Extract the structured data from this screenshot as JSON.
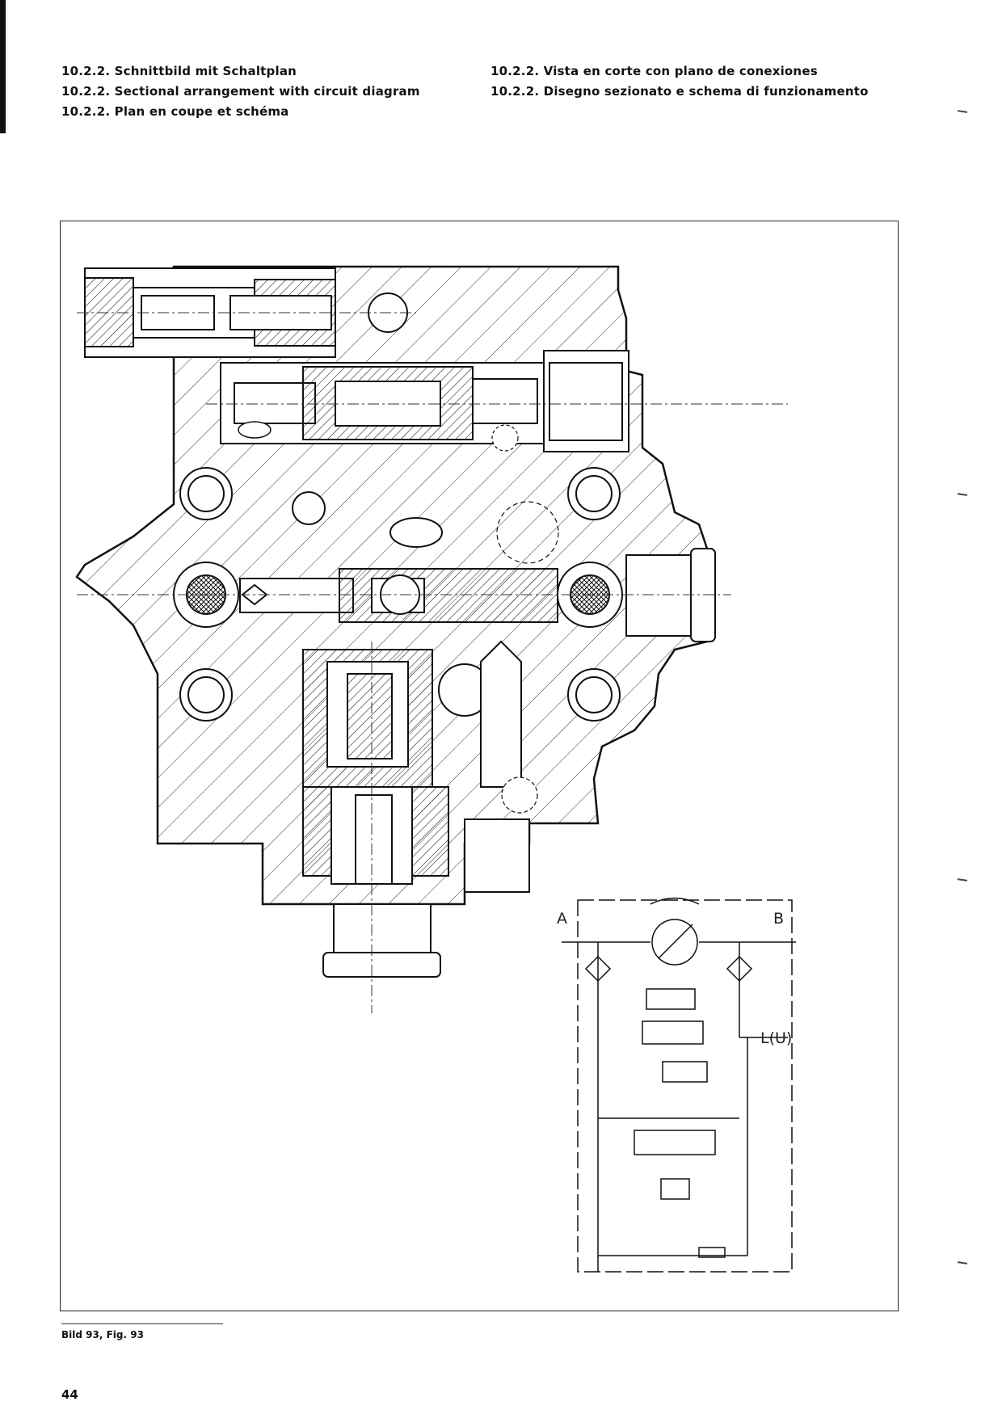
{
  "headings": {
    "left": [
      "10.2.2. Schnittbild mit Schaltplan",
      "10.2.2. Sectional arrangement with circuit diagram",
      "10.2.2. Plan en coupe et schéma"
    ],
    "right": [
      "10.2.2. Vista en corte con plano de conexiones",
      "10.2.2. Disegno sezionato e schema di funzionamento"
    ]
  },
  "figure": {
    "circuit_labels": {
      "port_a": "A",
      "port_b": "B",
      "port_l": "L(U)"
    }
  },
  "caption": "Bild 93, Fig. 93",
  "page_number": "44"
}
